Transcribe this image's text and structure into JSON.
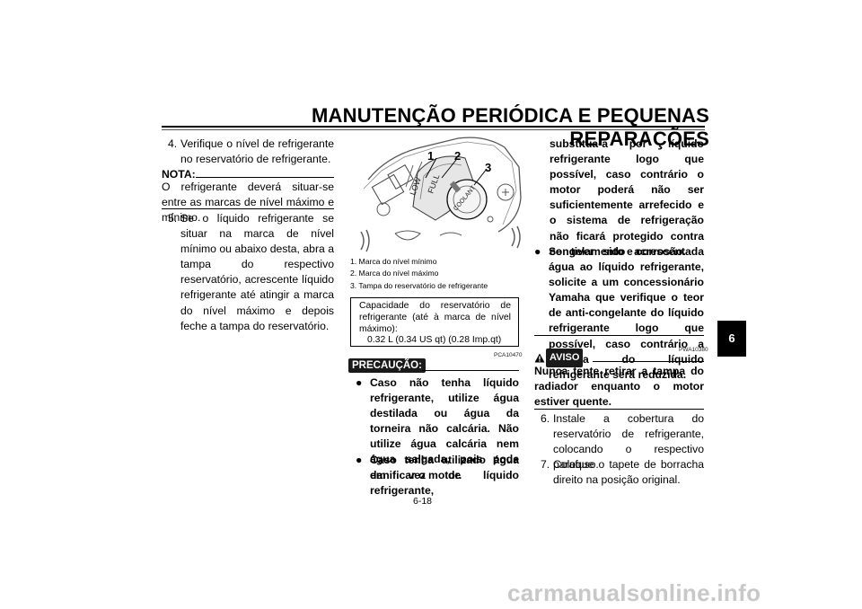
{
  "header": {
    "title": "MANUTENÇÃO PERIÓDICA E PEQUENAS REPARAÇÕES",
    "chapter_tab": "6"
  },
  "col1": {
    "step4_num": "4.",
    "step4_text": "Verifique o nível de refrigerante no reservatório de refrigerante.",
    "nota_label": "NOTA:",
    "nota_text": "O refrigerante deverá situar-se entre as marcas de nível máximo e mínimo.",
    "step5_num": "5.",
    "step5_text": "Se o líquido refrigerante se situar na marca de nível mínimo ou abaixo desta, abra a tampa do respectivo reservatório, acrescente líquido refrigerante até atingir a marca do nível máximo e depois feche a tampa do reservatório."
  },
  "figure": {
    "callouts": [
      "1",
      "2",
      "3"
    ],
    "label_low": "LOW",
    "label_full": "FULL",
    "label_coolant": "COOLANT"
  },
  "col2": {
    "captions": [
      "1. Marca do nível mínimo",
      "2. Marca do nível máximo",
      "3. Tampa do reservatório de refrigerante"
    ],
    "capacity_label": "Capacidade do reservatório de refrigerante (até à marca de nível máximo):",
    "capacity_value": "0.32 L (0.34 US qt) (0.28 Imp.qt)",
    "caution_code": "PCA10470",
    "caution_label": "PRECAUÇÃO:",
    "caution_bullet1": "Caso não tenha líquido refrigerante, utilize água destilada ou água da torneira não calcária. Não utilize água calcária nem água salgada, pois pode danificar o motor.",
    "caution_bullet2": "Caso tenha utilizado água em vez de líquido refrigerante,"
  },
  "col3": {
    "continued_text": "substitua-a por líquido refrigerante logo que possível, caso contrário o motor poderá não ser suficientemente arrefecido e o sistema de refrigeração não ficará protegido contra congelamento e corrosão.",
    "bullet3": "Se tiver sido acrescentada água ao líquido refrigerante, solicite a um concessionário Yamaha que verifique o teor de anti-congelante do líquido refrigerante logo que possível, caso contrário a eficácia do líquido refrigerante será reduzida.",
    "warning_code": "PWA10380",
    "warning_label": "AVISO",
    "warning_text": "Nunca tente retirar a tampa do radiador enquanto o motor estiver quente.",
    "step6_num": "6.",
    "step6_text": "Instale a cobertura do reservatório de refrigerante, colocando o respectivo parafuso.",
    "step7_num": "7.",
    "step7_text": "Coloque o tapete de borracha direito na posição original."
  },
  "page_number": "6-18",
  "footer": "carmanualsonline.info"
}
